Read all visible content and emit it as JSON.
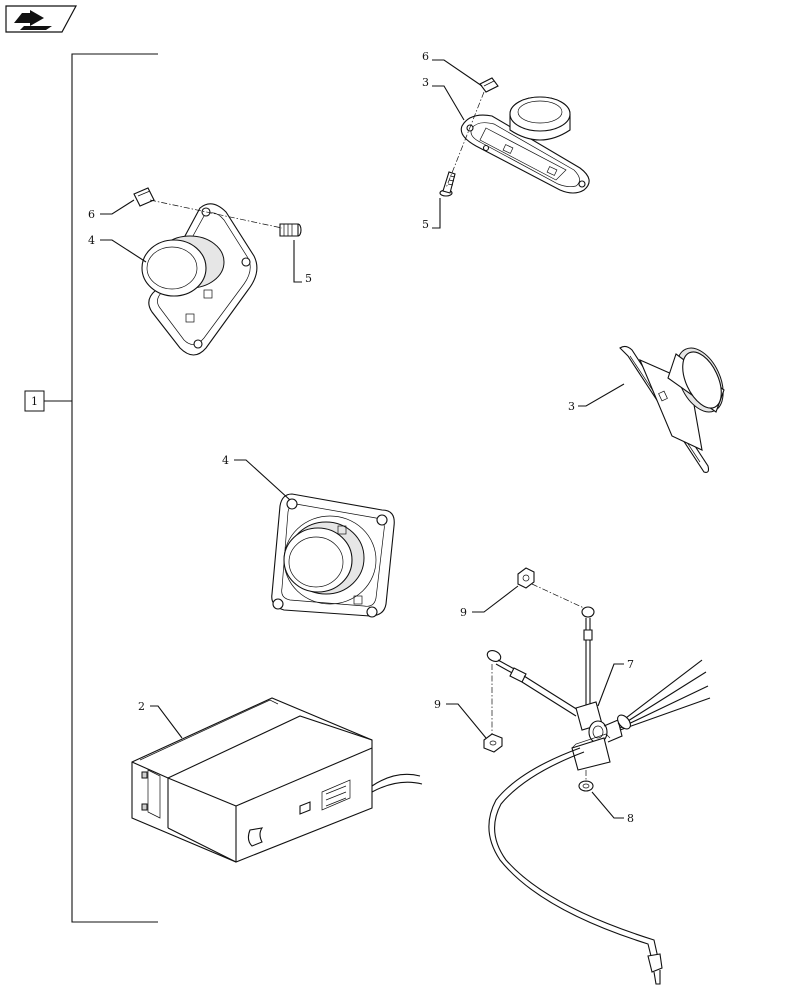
{
  "nav_icon": "navigation-arrow-icon",
  "group_label": "1",
  "callouts": {
    "speaker_top_right_clip": "6",
    "speaker_top_right": "3",
    "speaker_top_right_screw": "5",
    "speaker_left_clip": "6",
    "speaker_left": "4",
    "speaker_left_screw": "5",
    "speaker_side": "3",
    "speaker_front": "4",
    "antenna_nut_top": "9",
    "antenna_cable": "7",
    "radio": "2",
    "antenna_nut_bottom": "9",
    "antenna_washer": "8"
  }
}
